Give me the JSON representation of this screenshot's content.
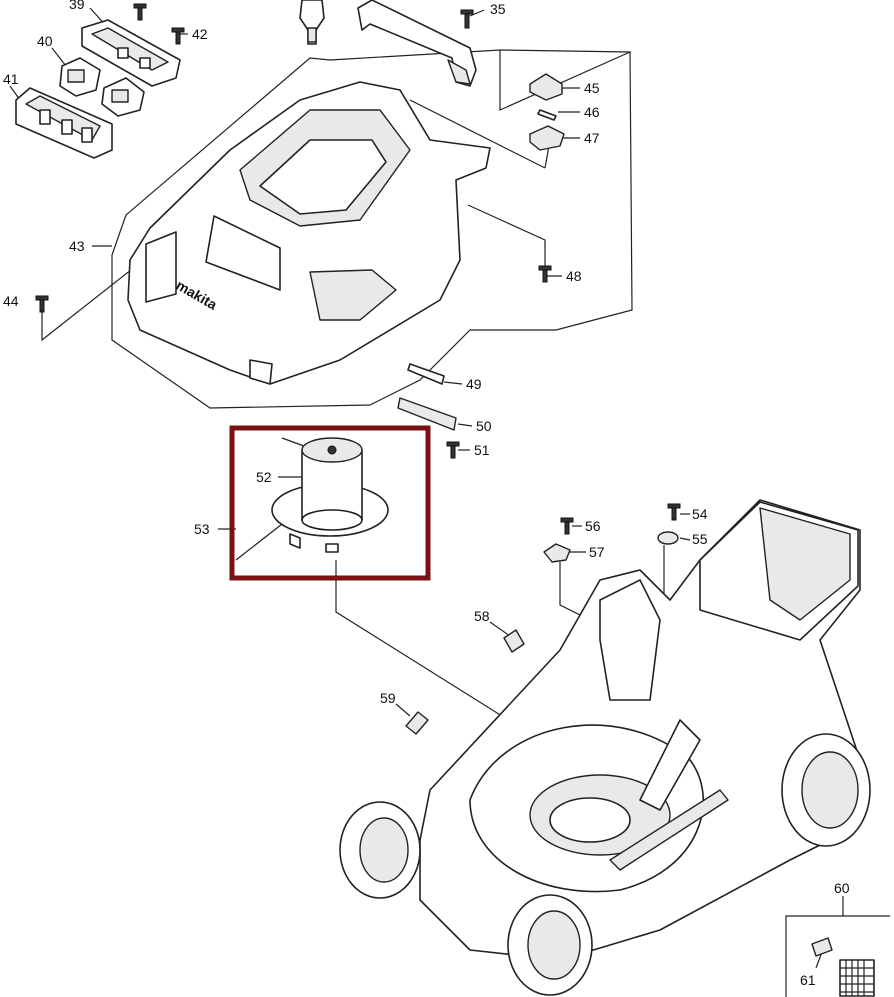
{
  "diagram": {
    "brand_logo_text": "makita",
    "callouts": [
      "39",
      "40",
      "41",
      "42",
      "35",
      "43",
      "44",
      "45",
      "46",
      "47",
      "48",
      "49",
      "50",
      "51",
      "52",
      "53",
      "54",
      "55",
      "56",
      "57",
      "58",
      "59",
      "60",
      "61"
    ],
    "highlight": {
      "target_part": "53",
      "color": "#7a1114"
    }
  }
}
